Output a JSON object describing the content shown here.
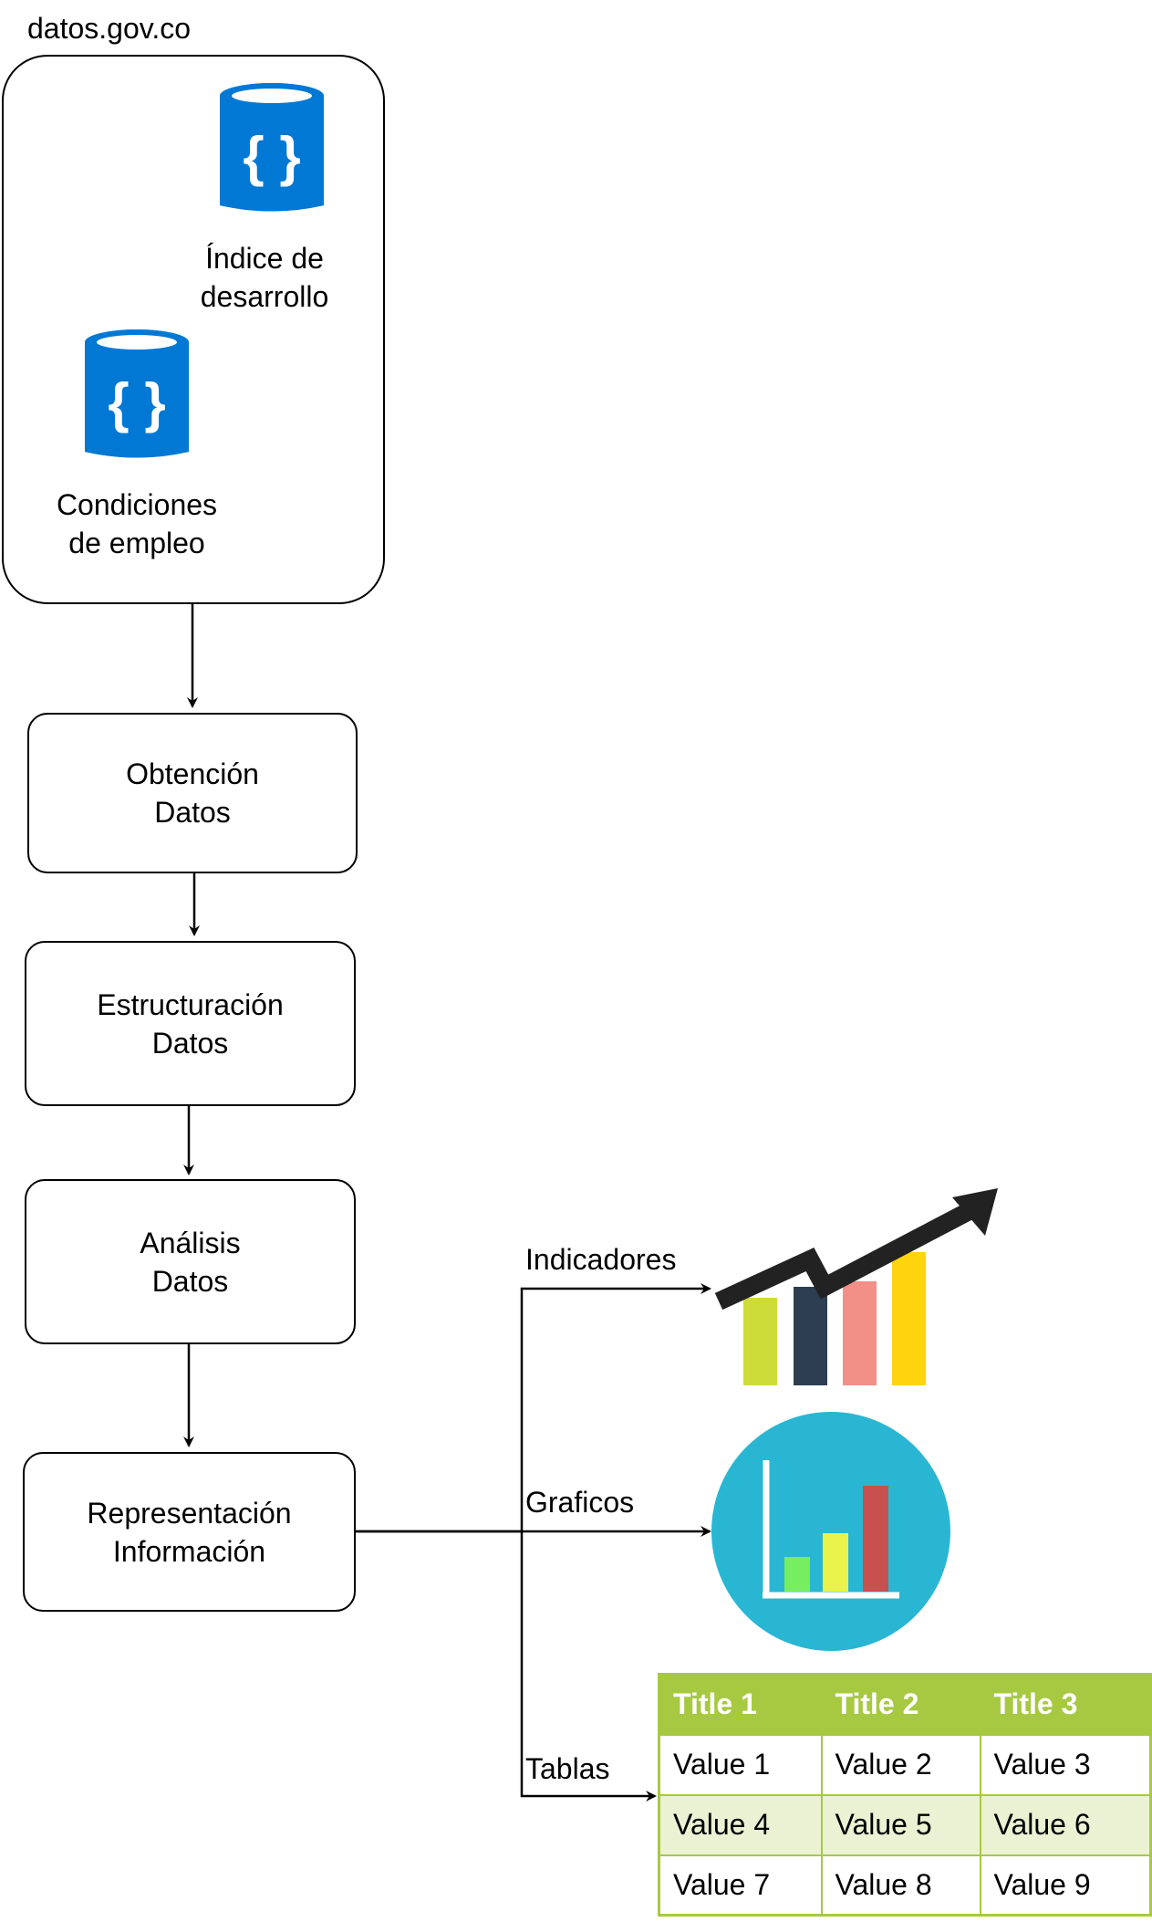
{
  "source": {
    "title": "datos.gov.co",
    "datasets": [
      {
        "label": "Índice de\ndesarrollo",
        "icon": "json-database-icon"
      },
      {
        "label": "Condiciones\nde empleo",
        "icon": "json-database-icon"
      }
    ]
  },
  "pipeline": [
    {
      "label": "Obtención\nDatos"
    },
    {
      "label": "Estructuración\nDatos"
    },
    {
      "label": "Análisis\nDatos"
    },
    {
      "label": "Representación\nInformación"
    }
  ],
  "outputs": [
    {
      "label": "Indicadores",
      "icon": "trend-bars-icon"
    },
    {
      "label": "Graficos",
      "icon": "bar-chart-circle-icon"
    },
    {
      "label": "Tablas",
      "icon": "table-icon"
    }
  ],
  "table": {
    "headers": [
      "Title 1",
      "Title 2",
      "Title 3"
    ],
    "rows": [
      [
        "Value 1",
        "Value 2",
        "Value 3"
      ],
      [
        "Value 4",
        "Value 5",
        "Value 6"
      ],
      [
        "Value 7",
        "Value 8",
        "Value 9"
      ]
    ]
  },
  "colors": {
    "database_blue": "#0078d4",
    "table_green": "#a7c942",
    "table_alt_row": "#eaf2d3",
    "circle_blue": "#29b6d3",
    "bar_lime": "#cddc39",
    "bar_navy": "#2c3e50",
    "bar_salmon": "#f28f87",
    "bar_yellow": "#fdd40e",
    "bar_green": "#76ee5f",
    "bar_yellowgreen": "#e9f34a",
    "bar_red": "#c8504f"
  }
}
